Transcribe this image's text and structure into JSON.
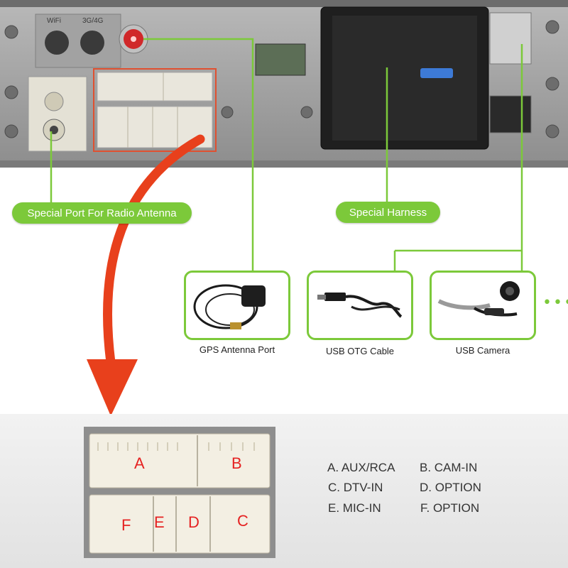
{
  "labels": {
    "radio_antenna": "Special Port For Radio Antenna",
    "harness": "Special Harness",
    "wifi": "WiFi",
    "g34": "3G/4G"
  },
  "cards": [
    {
      "caption": "GPS Antenna Port",
      "icon": "gps-antenna-icon"
    },
    {
      "caption": "USB OTG Cable",
      "icon": "usb-cable-icon"
    },
    {
      "caption": "USB Camera",
      "icon": "camera-icon"
    }
  ],
  "more_indicator": "•••",
  "connector_letters": {
    "A": "A",
    "B": "B",
    "C": "C",
    "D": "D",
    "E": "E",
    "F": "F"
  },
  "port_list": [
    [
      "A. AUX/RCA",
      "B. CAM-IN"
    ],
    [
      "C. DTV-IN",
      "D. OPTION"
    ],
    [
      "E. MIC-IN",
      "F. OPTION"
    ]
  ],
  "colors": {
    "accent": "#7cc93a",
    "arrow": "#e8401c",
    "connector_box": "#e05030",
    "metal": "#9a9a9a"
  }
}
